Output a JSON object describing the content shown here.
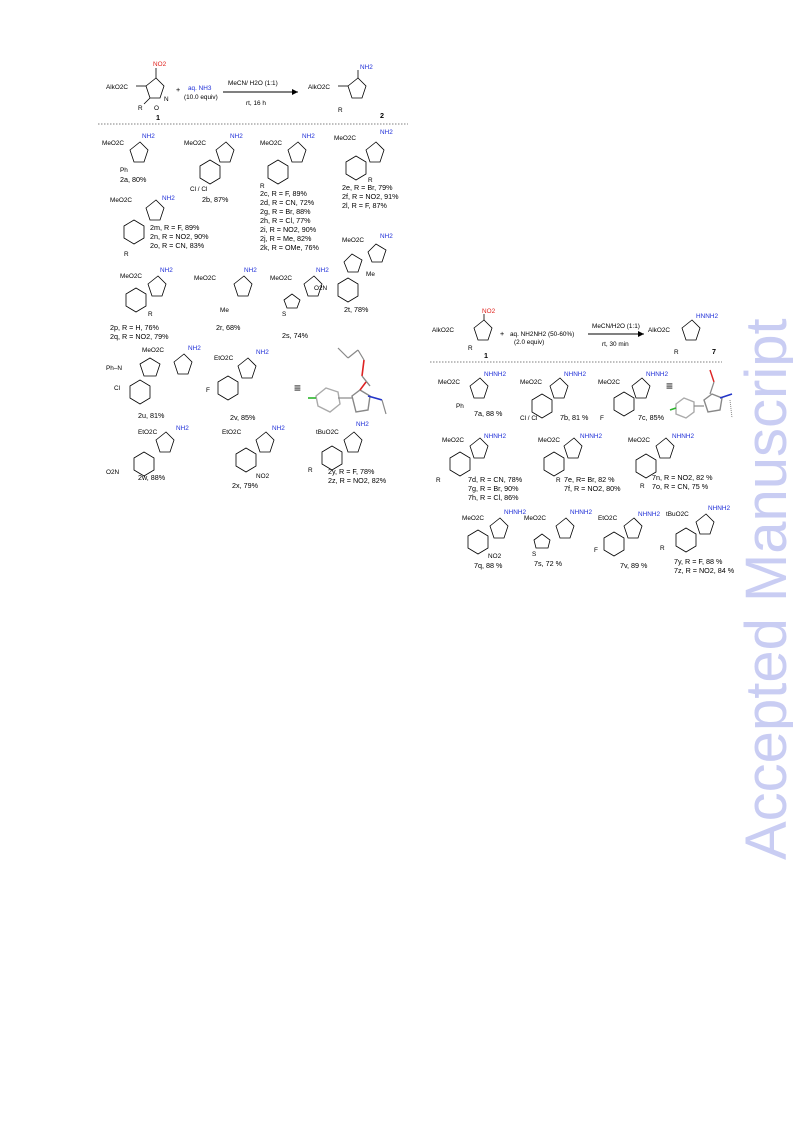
{
  "watermark": {
    "text": "Accepted Manuscript",
    "color": "#c9cdf3"
  },
  "scheme_left": {
    "reaction": {
      "substrate_ester": "AlkO2C",
      "substrate_nitro": "NO2",
      "substrate_R": "R",
      "substrate_ring": "O–N",
      "substrate_label": "1",
      "plus": "+",
      "reagent_line1": "aq. NH3",
      "reagent_line2": "(10.0 equiv)",
      "cond_above": "MeCN/ H2O (1:1)",
      "cond_below": "rt, 16 h",
      "product_ester": "AlkO2C",
      "product_amino": "NH2",
      "product_R": "R",
      "product_label": "2"
    },
    "compounds": [
      {
        "ester": "MeO2C",
        "amine": "NH2",
        "caption": "2a, 80%",
        "sub": "Ph"
      },
      {
        "ester": "MeO2C",
        "amine": "NH2",
        "caption": "2b, 87%",
        "sub": "Cl / Cl"
      },
      {
        "ester": "MeO2C",
        "amine": "NH2",
        "sub": "R",
        "lines": [
          "2c, R = F, 89%",
          "2d, R = CN, 72%",
          "2g, R = Br, 88%",
          "2h, R = Cl, 77%",
          "2i, R = NO2, 90%",
          "2j, R = Me, 82%",
          "2k, R = OMe, 76%"
        ]
      },
      {
        "ester": "MeO2C",
        "amine": "NH2",
        "sub": "R",
        "lines": [
          "2e, R = Br, 79%",
          "2f, R = NO2, 91%",
          "2l, R = F, 87%"
        ]
      },
      {
        "ester": "MeO2C",
        "amine": "NH2",
        "sub": "R",
        "lines": [
          "2m, R = F, 89%",
          "2n, R = NO2, 90%",
          "2o, R = CN, 83%"
        ]
      },
      {
        "ester": "MeO2C",
        "amine": "NH2",
        "sub": "Me",
        "lines": [
          "2t, 78%"
        ],
        "nitro": "O2N"
      },
      {
        "ester": "MeO2C",
        "amine": "NH2",
        "sub": "R",
        "lines": [
          "2p, R = H, 76%",
          "2q, R = NO2, 79%"
        ]
      },
      {
        "ester": "MeO2C",
        "amine": "NH2",
        "sub": "Me",
        "caption": "2r, 68%"
      },
      {
        "ester": "MeO2C",
        "amine": "NH2",
        "sub": "S",
        "caption": "2s, 74%"
      },
      {
        "ester": "MeO2C",
        "amine": "NH2",
        "sub": "Ph–N",
        "caption": "2u, 81%",
        "extra": "Cl"
      },
      {
        "ester": "EtO2C",
        "amine": "NH2",
        "sub": "F",
        "caption": "2v, 85%",
        "equiv": "≡"
      },
      {
        "ester": "EtO2C",
        "amine": "NH2",
        "sub": "O2N",
        "caption": "2w, 88%"
      },
      {
        "ester": "EtO2C",
        "amine": "NH2",
        "sub": "NO2",
        "caption": "2x, 79%"
      },
      {
        "ester": "tBuO2C",
        "amine": "NH2",
        "sub": "R",
        "lines": [
          "2y, R = F, 78%",
          "2z, R = NO2, 82%"
        ]
      }
    ]
  },
  "scheme_right": {
    "reaction": {
      "substrate_ester": "AlkO2C",
      "substrate_nitro": "NO2",
      "substrate_R": "R",
      "substrate_label": "1",
      "plus": "+",
      "reagent_line1": "aq. NH2NH2 (50-60%)",
      "reagent_line2": "(2.0 equiv)",
      "cond_above": "MeCN/H2O (1:1)",
      "cond_below": "rt, 30 min",
      "product_ester": "AlkO2C",
      "product_amino": "HNNH2",
      "product_R": "R",
      "product_label": "7"
    },
    "compounds": [
      {
        "ester": "MeO2C",
        "amine": "NHNH2",
        "sub": "Ph",
        "caption": "7a, 88 %"
      },
      {
        "ester": "MeO2C",
        "amine": "NHNH2",
        "sub": "Cl / Cl",
        "caption": "7b, 81 %"
      },
      {
        "ester": "MeO2C",
        "amine": "NHNH2",
        "sub": "F",
        "caption": "7c, 85%",
        "equiv": "≡"
      },
      {
        "ester": "MeO2C",
        "amine": "NHNH2",
        "sub": "R",
        "lines": [
          "7d, R = CN, 78%",
          "7g, R = Br, 90%",
          "7h, R = Cl, 86%"
        ]
      },
      {
        "ester": "MeO2C",
        "amine": "NHNH2",
        "sub": "R",
        "lines": [
          "7e, R= Br, 82 %",
          "7f, R = NO2, 80%"
        ]
      },
      {
        "ester": "MeO2C",
        "amine": "NHNH2",
        "sub": "R",
        "lines": [
          "7n, R = NO2, 82 %",
          "7o, R = CN, 75 %"
        ]
      },
      {
        "ester": "MeO2C",
        "amine": "NHNH2",
        "sub": "NO2",
        "caption": "7q, 88 %"
      },
      {
        "ester": "MeO2C",
        "amine": "NHNH2",
        "sub": "S",
        "caption": "7s, 72 %"
      },
      {
        "ester": "EtO2C",
        "amine": "NHNH2",
        "sub": "F",
        "caption": "7v, 89 %"
      },
      {
        "ester": "tBuO2C",
        "amine": "NHNH2",
        "sub": "R",
        "lines": [
          "7y, R = F, 88 %",
          "7z, R = NO2, 84 %"
        ]
      }
    ]
  }
}
